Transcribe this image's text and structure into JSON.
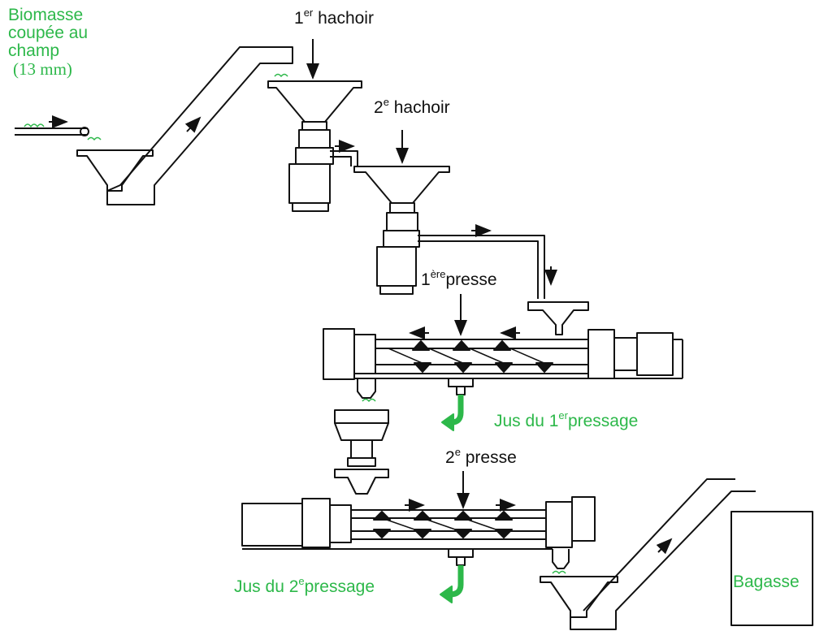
{
  "colors": {
    "outline": "#111111",
    "juice_green": "#2db84a",
    "background": "#ffffff"
  },
  "labels": {
    "biomass": {
      "line1": "Biomasse",
      "line2": "coupée au",
      "line3": "champ",
      "line4": "(13 mm)"
    },
    "hachoir1": {
      "prefix": "1",
      "sup": "er",
      "text": " hachoir"
    },
    "hachoir2": {
      "prefix": "2",
      "sup": "e",
      "text": " hachoir"
    },
    "presse1": {
      "prefix": "1",
      "sup": "ère",
      "text": "presse"
    },
    "presse2": {
      "prefix": "2",
      "sup": "e",
      "text": " presse"
    },
    "jus1": {
      "text": "Jus du 1",
      "sup": "er",
      "suffix": "pressage"
    },
    "jus2": {
      "text": "Jus du  2",
      "sup": "e",
      "suffix": "pressage"
    },
    "bagasse": "Bagasse"
  }
}
